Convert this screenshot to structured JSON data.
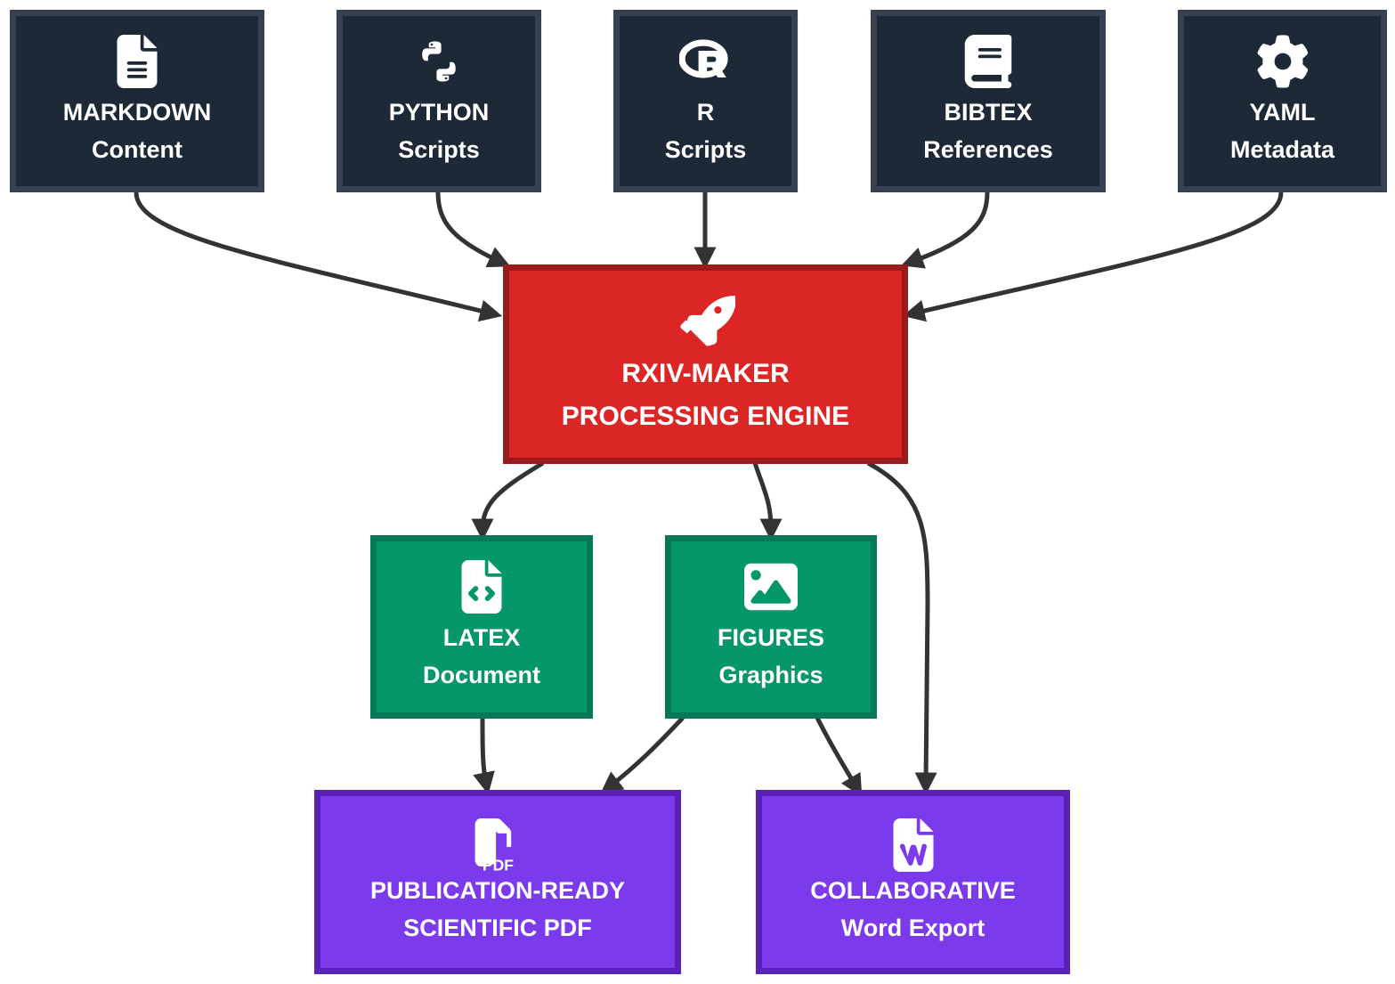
{
  "diagram": {
    "colors": {
      "input_fill": "#1e2937",
      "input_border": "#374151",
      "engine_fill": "#dc2626",
      "engine_border": "#991b1b",
      "intermediate_fill": "#059669",
      "intermediate_border": "#047857",
      "output_fill": "#7c3aed",
      "output_border": "#5b21b6",
      "edge": "#333333",
      "text": "#ffffff"
    },
    "nodes": {
      "markdown": {
        "icon": "file-lines-icon",
        "line1": "MARKDOWN",
        "line2": "Content"
      },
      "python": {
        "icon": "python-icon",
        "line1": "PYTHON",
        "line2": "Scripts"
      },
      "r": {
        "icon": "r-project-icon",
        "line1": "R",
        "line2": "Scripts"
      },
      "bibtex": {
        "icon": "book-icon",
        "line1": "BIBTEX",
        "line2": "References"
      },
      "yaml": {
        "icon": "gear-icon",
        "line1": "YAML",
        "line2": "Metadata"
      },
      "engine": {
        "icon": "rocket-icon",
        "line1": "RXIV-MAKER",
        "line2": "PROCESSING ENGINE"
      },
      "latex": {
        "icon": "file-code-icon",
        "line1": "LATEX",
        "line2": "Document"
      },
      "figures": {
        "icon": "image-icon",
        "line1": "FIGURES",
        "line2": "Graphics"
      },
      "pdf": {
        "icon": "file-pdf-icon",
        "line1": "PUBLICATION-READY",
        "line2": "SCIENTIFIC PDF"
      },
      "word": {
        "icon": "file-word-icon",
        "line1": "COLLABORATIVE",
        "line2": "Word Export"
      }
    },
    "edges": [
      {
        "from": "markdown",
        "to": "engine"
      },
      {
        "from": "python",
        "to": "engine"
      },
      {
        "from": "r",
        "to": "engine"
      },
      {
        "from": "bibtex",
        "to": "engine"
      },
      {
        "from": "yaml",
        "to": "engine"
      },
      {
        "from": "engine",
        "to": "latex"
      },
      {
        "from": "engine",
        "to": "figures"
      },
      {
        "from": "engine",
        "to": "word"
      },
      {
        "from": "latex",
        "to": "pdf"
      },
      {
        "from": "figures",
        "to": "pdf"
      },
      {
        "from": "figures",
        "to": "word"
      }
    ]
  }
}
